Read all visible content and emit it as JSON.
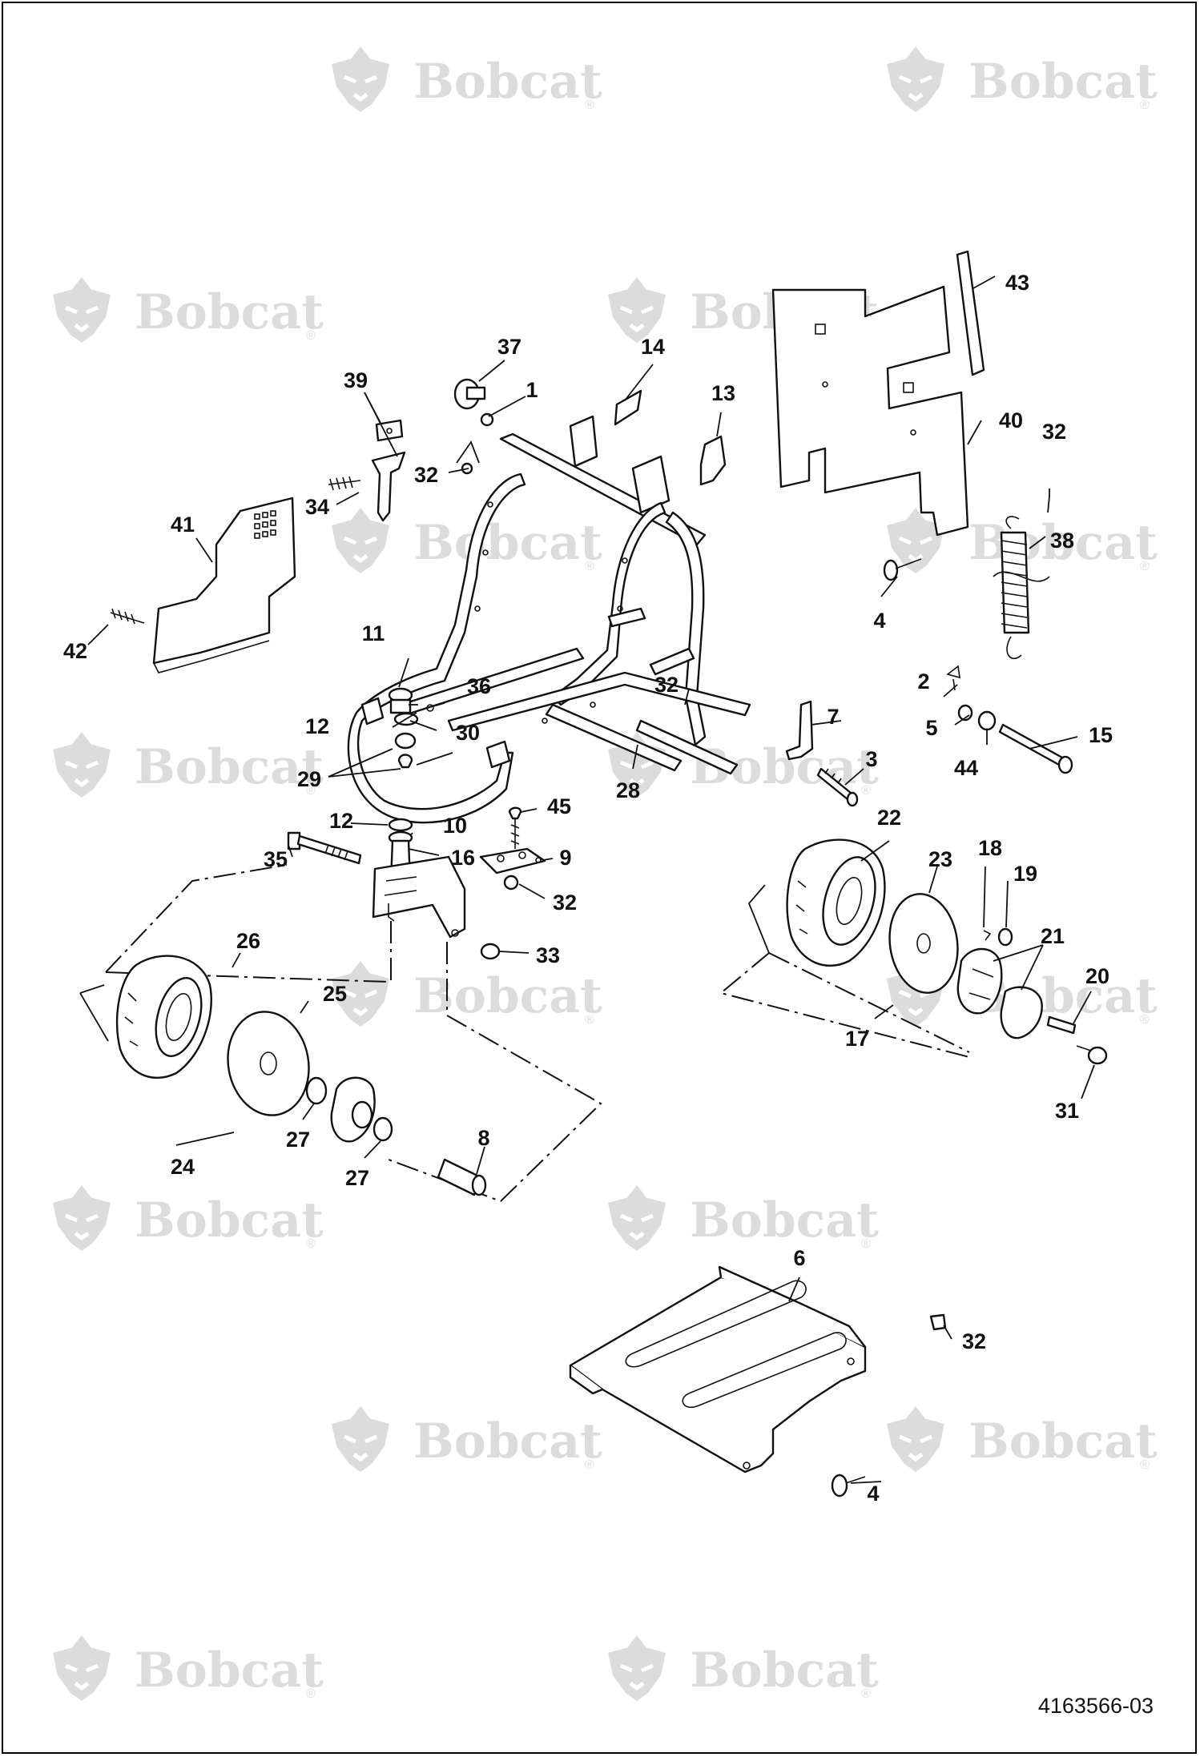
{
  "watermark": {
    "brand": "Bobcat",
    "reg_mark": "®",
    "icon": "bobcat-head-logo",
    "color": "#dcdcdc"
  },
  "drawing_id": "4163566-03",
  "callouts": [
    {
      "id": "c1",
      "label": "1"
    },
    {
      "id": "c2",
      "label": "2"
    },
    {
      "id": "c3",
      "label": "3"
    },
    {
      "id": "c4a",
      "label": "4"
    },
    {
      "id": "c4b",
      "label": "4"
    },
    {
      "id": "c5",
      "label": "5"
    },
    {
      "id": "c6",
      "label": "6"
    },
    {
      "id": "c7",
      "label": "7"
    },
    {
      "id": "c8",
      "label": "8"
    },
    {
      "id": "c9",
      "label": "9"
    },
    {
      "id": "c10",
      "label": "10"
    },
    {
      "id": "c11",
      "label": "11"
    },
    {
      "id": "c12a",
      "label": "12"
    },
    {
      "id": "c12b",
      "label": "12"
    },
    {
      "id": "c13",
      "label": "13"
    },
    {
      "id": "c14",
      "label": "14"
    },
    {
      "id": "c15",
      "label": "15"
    },
    {
      "id": "c16",
      "label": "16"
    },
    {
      "id": "c17",
      "label": "17"
    },
    {
      "id": "c18",
      "label": "18"
    },
    {
      "id": "c19",
      "label": "19"
    },
    {
      "id": "c20",
      "label": "20"
    },
    {
      "id": "c21",
      "label": "21"
    },
    {
      "id": "c22",
      "label": "22"
    },
    {
      "id": "c23",
      "label": "23"
    },
    {
      "id": "c24",
      "label": "24"
    },
    {
      "id": "c25",
      "label": "25"
    },
    {
      "id": "c26",
      "label": "26"
    },
    {
      "id": "c27a",
      "label": "27"
    },
    {
      "id": "c27b",
      "label": "27"
    },
    {
      "id": "c28",
      "label": "28"
    },
    {
      "id": "c29",
      "label": "29"
    },
    {
      "id": "c30",
      "label": "30"
    },
    {
      "id": "c31",
      "label": "31"
    },
    {
      "id": "c32a",
      "label": "32"
    },
    {
      "id": "c32b",
      "label": "32"
    },
    {
      "id": "c32c",
      "label": "32"
    },
    {
      "id": "c32d",
      "label": "32"
    },
    {
      "id": "c32e",
      "label": "32"
    },
    {
      "id": "c33",
      "label": "33"
    },
    {
      "id": "c34",
      "label": "34"
    },
    {
      "id": "c35",
      "label": "35"
    },
    {
      "id": "c36",
      "label": "36"
    },
    {
      "id": "c37",
      "label": "37"
    },
    {
      "id": "c38",
      "label": "38"
    },
    {
      "id": "c39",
      "label": "39"
    },
    {
      "id": "c40",
      "label": "40"
    },
    {
      "id": "c41",
      "label": "41"
    },
    {
      "id": "c42",
      "label": "42"
    },
    {
      "id": "c43",
      "label": "43"
    },
    {
      "id": "c44",
      "label": "44"
    },
    {
      "id": "c45",
      "label": "45"
    }
  ]
}
